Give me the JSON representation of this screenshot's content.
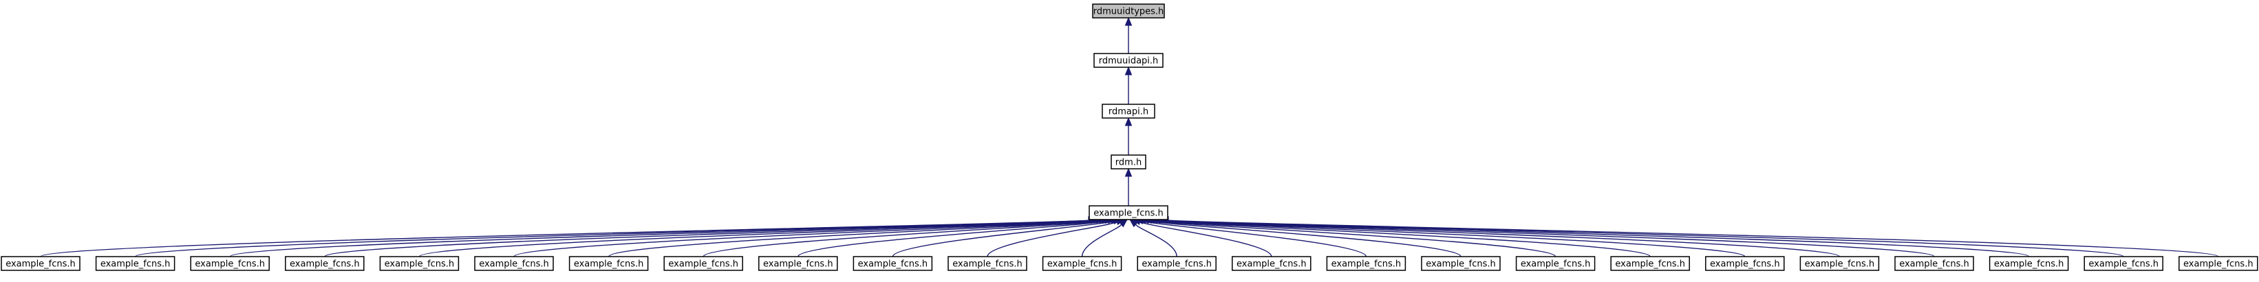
{
  "graph": {
    "chain": [
      {
        "id": "rdmuuidtypes",
        "label": "rdmuuidtypes.h",
        "highlighted": true
      },
      {
        "id": "rdmuuidapi",
        "label": "rdmuuidapi.h",
        "highlighted": false
      },
      {
        "id": "rdmapi",
        "label": "rdmapi.h",
        "highlighted": false
      },
      {
        "id": "rdm",
        "label": "rdm.h",
        "highlighted": false
      },
      {
        "id": "example_fcns_hub",
        "label": "example_fcns.h",
        "highlighted": false
      }
    ],
    "leaves": [
      "example_fcns.h",
      "example_fcns.h",
      "example_fcns.h",
      "example_fcns.h",
      "example_fcns.h",
      "example_fcns.h",
      "example_fcns.h",
      "example_fcns.h",
      "example_fcns.h",
      "example_fcns.h",
      "example_fcns.h",
      "example_fcns.h",
      "example_fcns.h",
      "example_fcns.h",
      "example_fcns.h",
      "example_fcns.h",
      "example_fcns.h",
      "example_fcns.h",
      "example_fcns.h",
      "example_fcns.h",
      "example_fcns.h",
      "example_fcns.h",
      "example_fcns.h",
      "example_fcns.h"
    ],
    "colors": {
      "edge": "#191970",
      "highlight_fill": "#bfbfbf",
      "node_fill": "#ffffff",
      "node_stroke": "#000000"
    }
  }
}
